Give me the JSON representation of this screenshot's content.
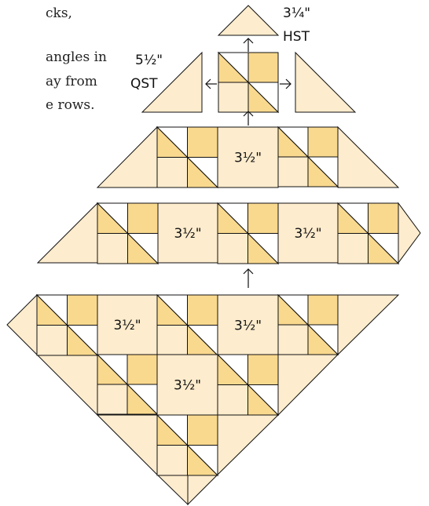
{
  "intro_lines": [
    "cks,",
    "angles in",
    "ay from",
    "e rows."
  ],
  "annotations": {
    "hst_size": "3¼\"",
    "hst_label": "HST",
    "qst_size": "5½\"",
    "qst_label": "QST"
  },
  "square_label": "3½\"",
  "colors": {
    "background": "#fdeccd",
    "gold": "#f9d98e",
    "white": "#ffffff",
    "stroke": "#111111"
  }
}
